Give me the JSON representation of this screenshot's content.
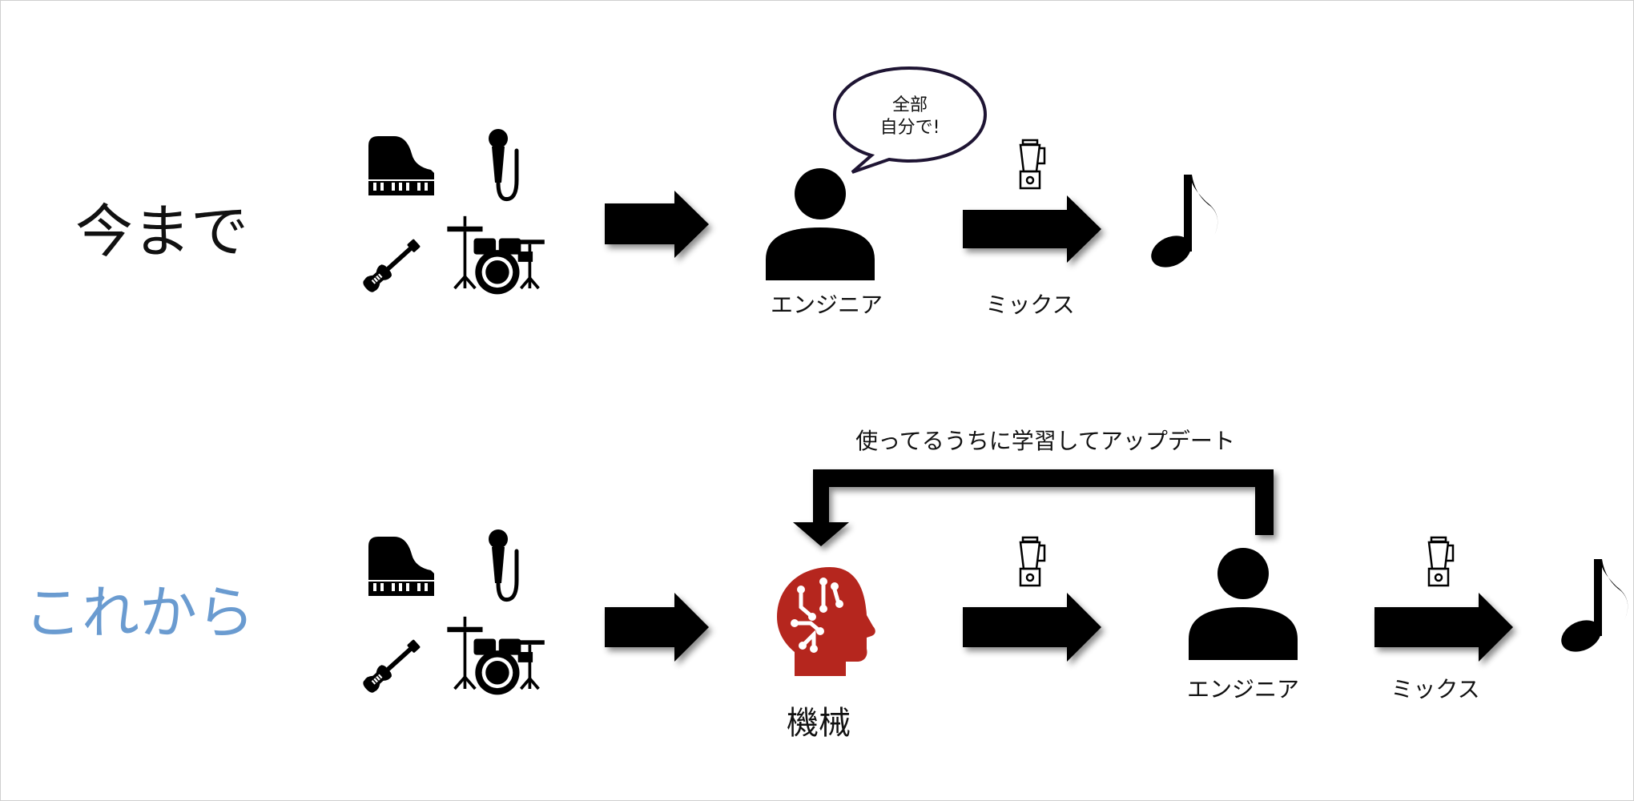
{
  "colors": {
    "ink": "#000000",
    "row_label_future": "#6a9bd0",
    "machine_head": "#b5261e",
    "bubble_stroke": "#1e1433"
  },
  "rows": {
    "before": {
      "label": "今まで",
      "instruments_icons": [
        "piano-icon",
        "microphone-icon",
        "guitar-icon",
        "drum-kit-icon"
      ],
      "engineer_label": "エンジニア",
      "speech_bubble_lines": [
        "全部",
        "自分で!"
      ],
      "mix_label": "ミックス",
      "mix_icon": "blender-icon",
      "output_icon": "music-note-icon"
    },
    "after": {
      "label": "これから",
      "instruments_icons": [
        "piano-icon",
        "microphone-icon",
        "guitar-icon",
        "drum-kit-icon"
      ],
      "machine_label": "機械",
      "machine_icon": "ai-brain-head-icon",
      "feedback_label": "使ってるうちに学習してアップデート",
      "engineer_label": "エンジニア",
      "mix_label": "ミックス",
      "mix_icon": "blender-icon",
      "output_icon": "music-note-icon"
    }
  }
}
